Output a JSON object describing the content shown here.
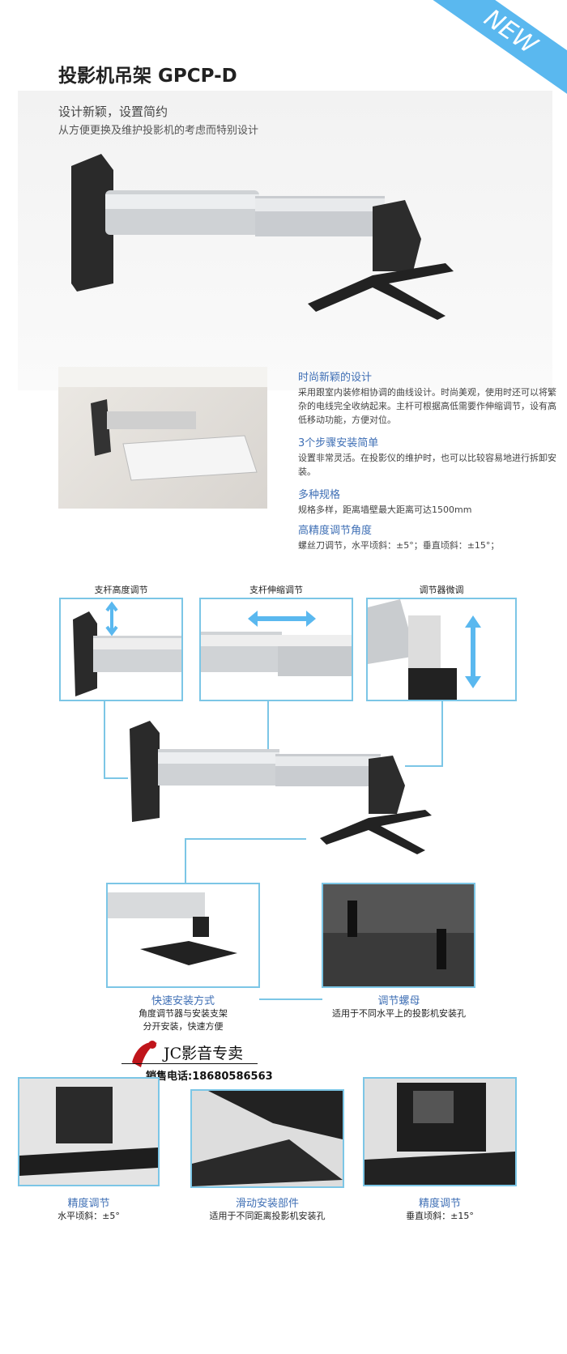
{
  "badge": "NEW",
  "title": "投影机吊架  GPCP-D",
  "hero": {
    "subtitle": "设计新颖，设置简约",
    "description": "从方便更换及维护投影机的考虑而特别设计"
  },
  "features": [
    {
      "heading": "时尚新颖的设计",
      "text": "采用跟室内装修相协调的曲线设计。时尚美观，使用时还可以将繁杂的电线完全收纳起来。主杆可根据高低需要作伸缩调节，设有高低移动功能，方便对位。"
    },
    {
      "heading": "3个步骤安装简单",
      "text": "设置非常灵活。在投影仪的维护时，也可以比较容易地进行拆卸安装。"
    },
    {
      "heading": "多种规格",
      "text": "规格多样，距离墙壁最大距离可达1500mm"
    },
    {
      "heading": "高精度调节角度",
      "text": "螺丝刀调节，水平顷斜：±5°；垂直顷斜：±15°；"
    }
  ],
  "details_top": [
    "支杆高度调节",
    "支杆伸缩调节",
    "调节器微调"
  ],
  "details_mid": [
    {
      "heading": "快速安装方式",
      "lines": [
        "角度调节器与安装支架",
        "分开安装，快速方便"
      ]
    },
    {
      "heading": "调节螺母",
      "lines": [
        "适用于不同水平上的投影机安装孔"
      ]
    }
  ],
  "logo": {
    "brand": "JC影音专卖",
    "phone": "销售电话:18680586563"
  },
  "details_bottom": [
    {
      "heading": "精度调节",
      "text": "水平顷斜：±5°"
    },
    {
      "heading": "滑动安装部件",
      "text": "适用于不同距离投影机安装孔"
    },
    {
      "heading": "精度调节",
      "text": "垂直顷斜：±15°"
    }
  ]
}
